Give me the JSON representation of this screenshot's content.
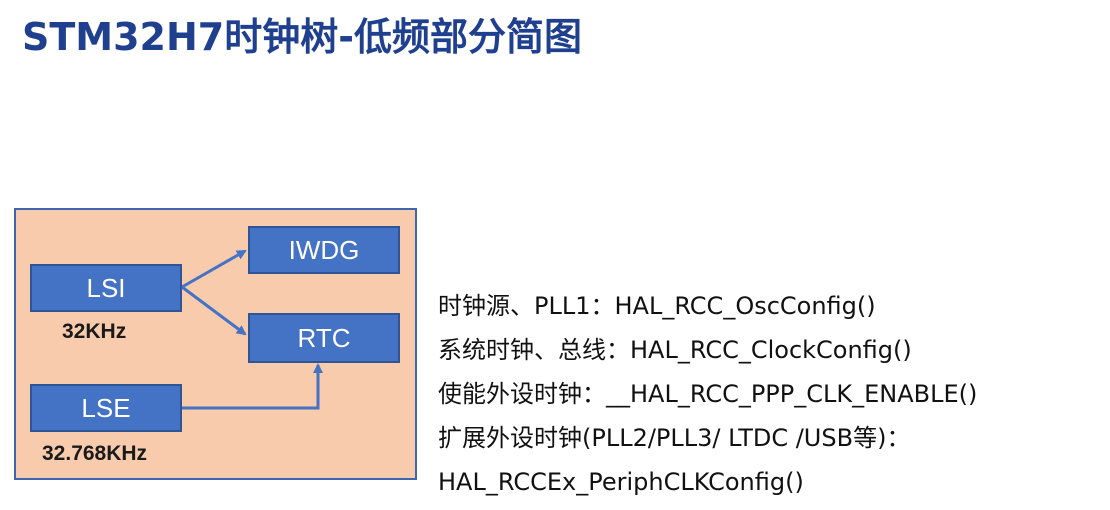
{
  "title": "STM32H7时钟树-低频部分简图",
  "diagram": {
    "nodes": {
      "lsi": "LSI",
      "lse": "LSE",
      "iwdg": "IWDG",
      "rtc": "RTC"
    },
    "freqs": {
      "lsi": "32KHz",
      "lse": "32.768KHz"
    },
    "colors": {
      "panel": "#f8cbad",
      "box": "#4472c4",
      "arrow": "#4472c4"
    }
  },
  "notes": [
    "时钟源、PLL1：HAL_RCC_OscConfig()",
    "系统时钟、总线：HAL_RCC_ClockConfig()",
    "使能外设时钟：__HAL_RCC_PPP_CLK_ENABLE()",
    "扩展外设时钟(PLL2/PLL3/ LTDC /USB等)：",
    "HAL_RCCEx_PeriphCLKConfig()"
  ]
}
